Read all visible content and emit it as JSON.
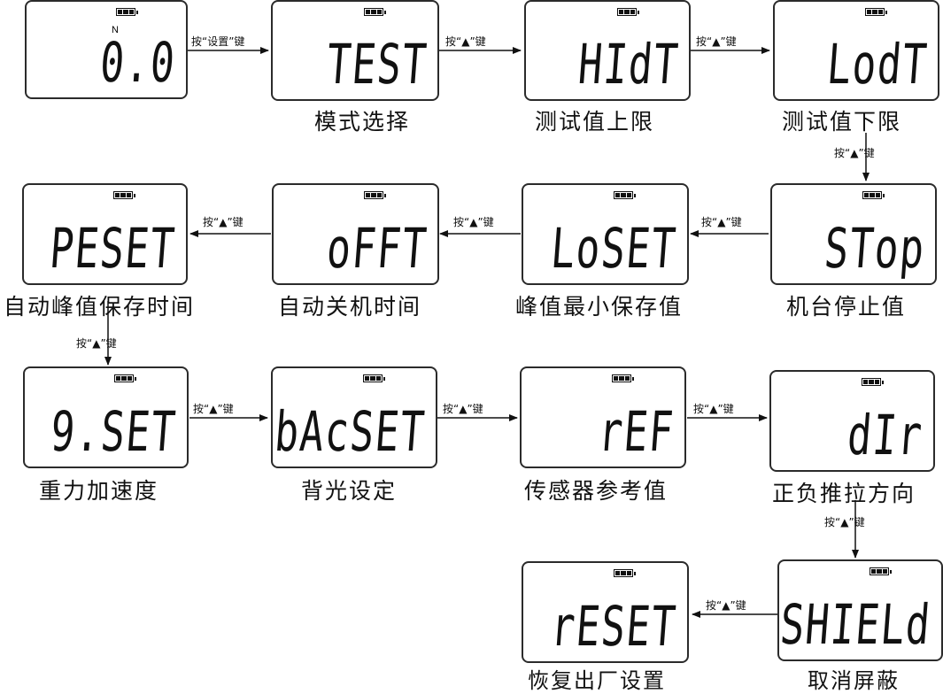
{
  "screens": [
    {
      "id": "s1",
      "lcd": "0.0",
      "unit": "N",
      "caption": ""
    },
    {
      "id": "s2",
      "lcd": "TEST",
      "caption": "模式选择"
    },
    {
      "id": "s3",
      "lcd": "HIdT",
      "caption": "测试值上限"
    },
    {
      "id": "s4",
      "lcd": "LodT",
      "caption": "测试值下限"
    },
    {
      "id": "s5",
      "lcd": "PESET",
      "caption": "自动峰值保存时间"
    },
    {
      "id": "s6",
      "lcd": "oFFT",
      "caption": "自动关机时间"
    },
    {
      "id": "s7",
      "lcd": "LoSET",
      "caption": "峰值最小保存值"
    },
    {
      "id": "s8",
      "lcd": "STop",
      "caption": "机台停止值"
    },
    {
      "id": "s9",
      "lcd": "9.SET",
      "caption": "重力加速度"
    },
    {
      "id": "s10",
      "lcd": "bAcSET",
      "caption": "背光设定"
    },
    {
      "id": "s11",
      "lcd": "rEF",
      "caption": "传感器参考值"
    },
    {
      "id": "s12",
      "lcd": "dIr",
      "caption": "正负推拉方向"
    },
    {
      "id": "s13",
      "lcd": "rESET",
      "caption": "恢复出厂设置"
    },
    {
      "id": "s14",
      "lcd": "SHIELd",
      "caption": "取消屏蔽"
    }
  ],
  "arrow_labels": {
    "set_key": "按“设置”键",
    "up_key": "按“▲”键"
  }
}
